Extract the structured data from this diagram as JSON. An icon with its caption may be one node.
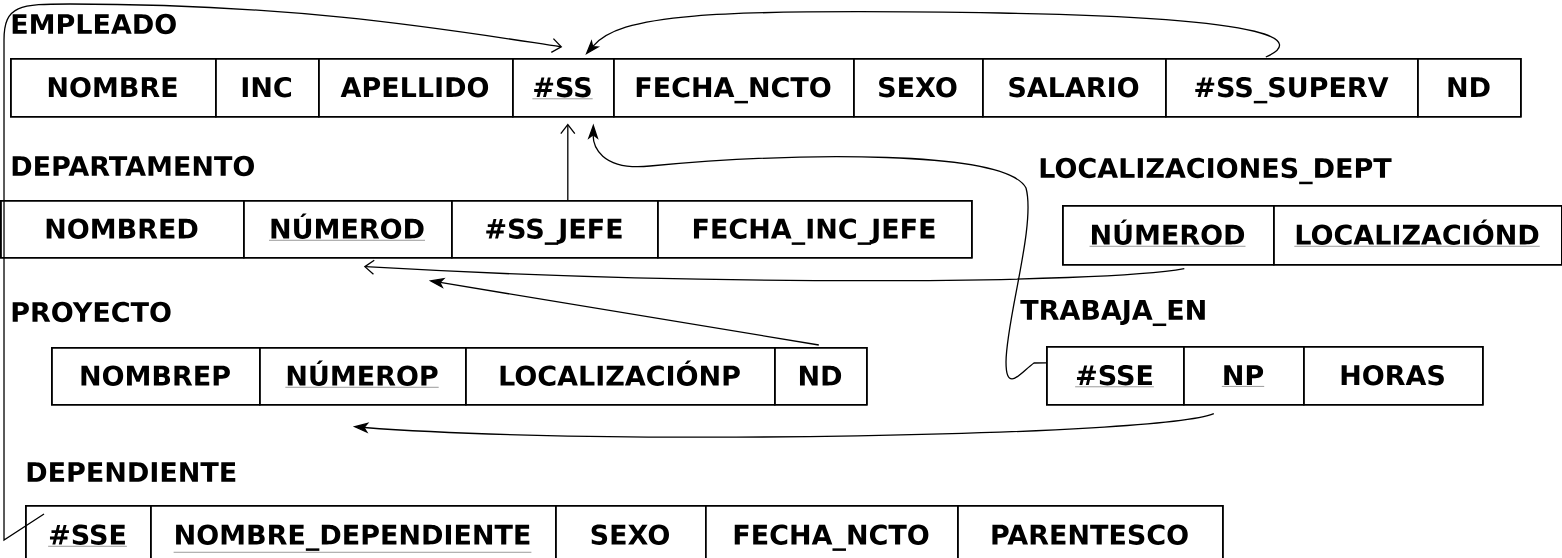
{
  "diagram": {
    "nodes": [
      {
        "text": [
          "EMPLEADO"
        ]
      },
      {
        "text": [
          "NOMBRE"
        ],
        "in": 0
      },
      {
        "text": [
          "INC"
        ],
        "in": 0
      },
      {
        "text": [
          "APELLIDO"
        ],
        "in": 0
      },
      {
        "text": [
          "#SS"
        ],
        "in": 0
      },
      {
        "text": [
          "FECHA_NCTO"
        ],
        "in": 0
      },
      {
        "text": [
          "SEXO"
        ],
        "in": 0
      },
      {
        "text": [
          "SALARIO"
        ],
        "in": 0
      },
      {
        "text": [
          "#SS_SUPERV"
        ],
        "in": 0
      },
      {
        "text": [
          "ND"
        ],
        "in": 0
      },
      {
        "text": [
          "DEPARTAMENTO"
        ]
      },
      {
        "text": [
          "NOMBRED"
        ],
        "in": 10
      },
      {
        "text": [
          "NÚMEROD"
        ],
        "in": 10
      },
      {
        "text": [
          "#SS_JEFE"
        ],
        "in": 10
      },
      {
        "text": [
          "FECHA_INC_JEFE"
        ],
        "in": 10
      },
      {
        "text": [
          "LOCALIZACIONES_DEPT"
        ]
      },
      {
        "text": [
          "NÚMEROD"
        ],
        "in": 15
      },
      {
        "text": [
          "LOCALIZACIÓND"
        ],
        "in": 15
      },
      {
        "text": [
          "PROYECTO"
        ]
      },
      {
        "text": [
          "NOMBREP"
        ],
        "in": 18
      },
      {
        "text": [
          "NÚMEROP"
        ],
        "in": 18
      },
      {
        "text": [
          "LOCALIZACIÓNP"
        ],
        "in": 18
      },
      {
        "text": [
          "ND"
        ],
        "in": 18
      },
      {
        "text": [
          "TRABAJA_EN"
        ]
      },
      {
        "text": [
          "#SSE"
        ],
        "in": 23
      },
      {
        "text": [
          "NP"
        ],
        "in": 23
      },
      {
        "text": [
          "HORAS"
        ],
        "in": 23
      },
      {
        "text": [
          "DEPENDIENTE"
        ]
      },
      {
        "text": [
          "#SSE"
        ],
        "in": 27
      },
      {
        "text": [
          "NOMBRE_DEPENDIENTE"
        ],
        "in": 27
      },
      {
        "text": [
          "SEXO"
        ],
        "in": 27
      },
      {
        "text": [
          "FECHA_NCTO"
        ],
        "in": 27
      },
      {
        "text": [
          "PARENTESCO"
        ],
        "in": 27
      }
    ],
    "edges": [
      {
        "from": 28,
        "to": 4,
        "arrow": "to"
      },
      {
        "from": 8,
        "to": 4,
        "arrow": "to"
      },
      {
        "from": 13,
        "to": 4,
        "arrow": "to"
      },
      {
        "from": 24,
        "to": 4,
        "arrow": "to"
      },
      {
        "from": 16,
        "to": 12,
        "arrow": "to"
      },
      {
        "from": 22,
        "to": 12,
        "arrow": "to"
      },
      {
        "from": 25,
        "to": 20,
        "arrow": "to"
      }
    ]
  }
}
